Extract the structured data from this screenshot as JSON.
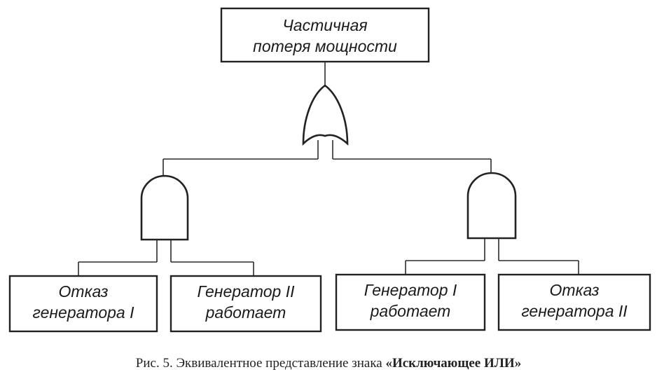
{
  "top_event": {
    "line1": "Частичная",
    "line2": "потеря мощности"
  },
  "gates": {
    "top": "or-gate-icon",
    "left": "and-gate-icon",
    "right": "and-gate-icon"
  },
  "basic_events": [
    {
      "line1": "Отказ",
      "line2": "генератора I"
    },
    {
      "line1": "Генератор II",
      "line2": "работает"
    },
    {
      "line1": "Генератор I",
      "line2": "работает"
    },
    {
      "line1": "Отказ",
      "line2": "генератора II"
    }
  ],
  "caption": {
    "prefix": "Рис. 5. Эквивалентное представление знака ",
    "emphasis": "«Исключающее ИЛИ»"
  }
}
